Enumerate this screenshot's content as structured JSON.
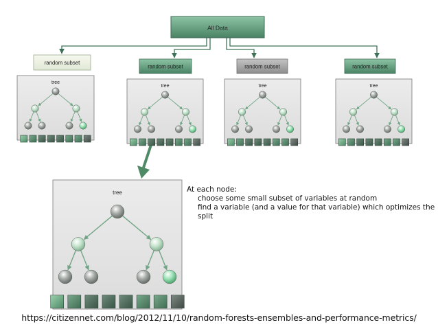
{
  "root": {
    "label": "All Data"
  },
  "subsets": [
    {
      "label": "random subset",
      "tree_label": "tree"
    },
    {
      "label": "random subset",
      "tree_label": "tree"
    },
    {
      "label": "random subset",
      "tree_label": "tree"
    },
    {
      "label": "random subset",
      "tree_label": "tree"
    }
  ],
  "detail": {
    "tree_label": "tree"
  },
  "note": {
    "heading": "At each node:",
    "line1": "choose some small subset of variables at random",
    "line2": "find a variable (and a value for that variable) which optimizes the split"
  },
  "source_url": "https://citizennet.com/blog/2012/11/10/random-forests-ensembles-and-performance-metrics/",
  "colors": {
    "green_box": "#5f9b7d",
    "grey_box": "#8a8a8a",
    "pale_green_box": "#eef3e6",
    "arrow": "#3f7058",
    "panel": "#e6e6e6"
  }
}
